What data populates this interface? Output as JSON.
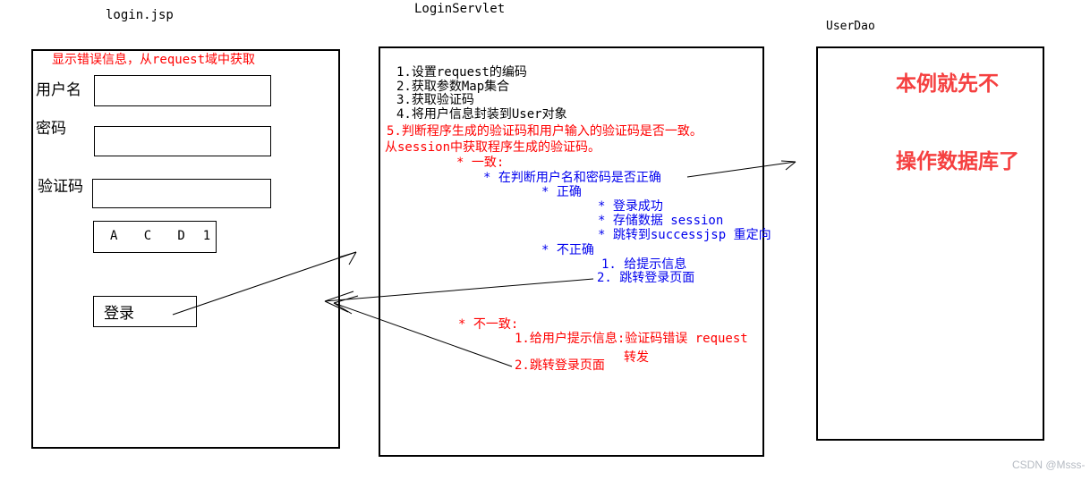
{
  "colors": {
    "line_black": "#000000",
    "note_red": "#ff0000",
    "branch_blue": "#0000ee",
    "big_note_red": "#f54040",
    "watermark_gray": "#b5bac2"
  },
  "watermark": "CSDN @Msss-",
  "jsp": {
    "title": "login.jsp",
    "error_note": "显示错误信息，从request域中获取",
    "username_label": "用户名",
    "password_label": "密码",
    "captcha_label": "验证码",
    "captcha_code": "A   C   D  1",
    "login_button": "登录"
  },
  "servlet": {
    "title": "LoginServlet",
    "lines": [
      "1.设置request的编码",
      "2.获取参数Map集合",
      "3.获取验证码",
      "4.将用户信息封装到User对象",
      "5.判断程序生成的验证码和用户输入的验证码是否一致。",
      "从session中获取程序生成的验证码。",
      "* 一致:",
      "* 在判断用户名和密码是否正确",
      "* 正确",
      "* 登录成功",
      "* 存储数据 session",
      "* 跳转到successjsp 重定向",
      "* 不正确",
      "1. 给提示信息",
      "2. 跳转登录页面",
      "* 不一致:",
      "1.给用户提示信息:验证码错误 request",
      "转发",
      "2.跳转登录页面"
    ]
  },
  "dao": {
    "title": "UserDao",
    "note_line1": "本例就先不",
    "note_line2": "操作数据库了"
  }
}
